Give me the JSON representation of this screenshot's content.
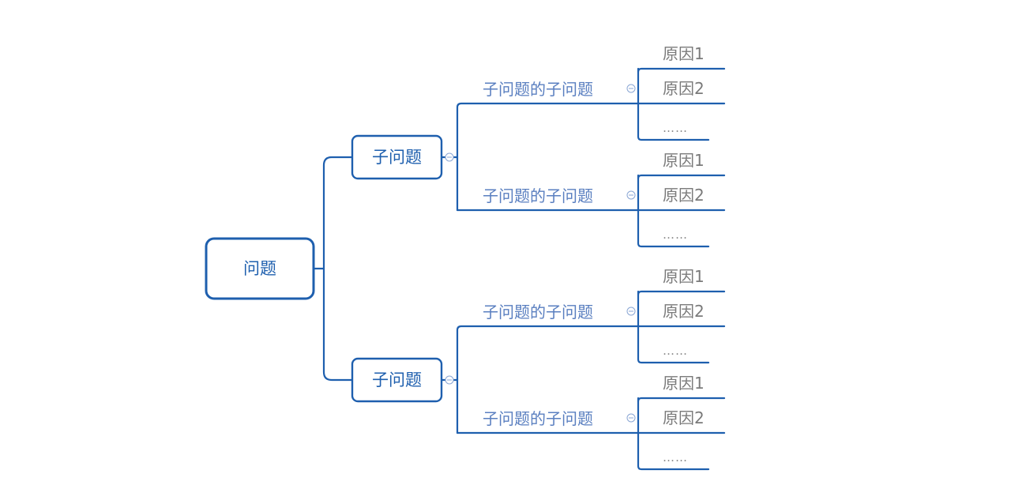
{
  "colors": {
    "line": "#1e5fae",
    "subsub_text": "#5a7fc0",
    "cause_text": "#7a7a7a"
  },
  "root": {
    "label": "问题"
  },
  "subtopics": [
    {
      "label": "子问题",
      "children": [
        {
          "label": "子问题的子问题",
          "causes": [
            "原因1",
            "原因2",
            "……"
          ]
        },
        {
          "label": "子问题的子问题",
          "causes": [
            "原因1",
            "原因2",
            "……"
          ]
        }
      ]
    },
    {
      "label": "子问题",
      "children": [
        {
          "label": "子问题的子问题",
          "causes": [
            "原因1",
            "原因2",
            "……"
          ]
        },
        {
          "label": "子问题的子问题",
          "causes": [
            "原因1",
            "原因2",
            "……"
          ]
        }
      ]
    }
  ],
  "icons": {
    "collapse": "collapse-icon"
  }
}
